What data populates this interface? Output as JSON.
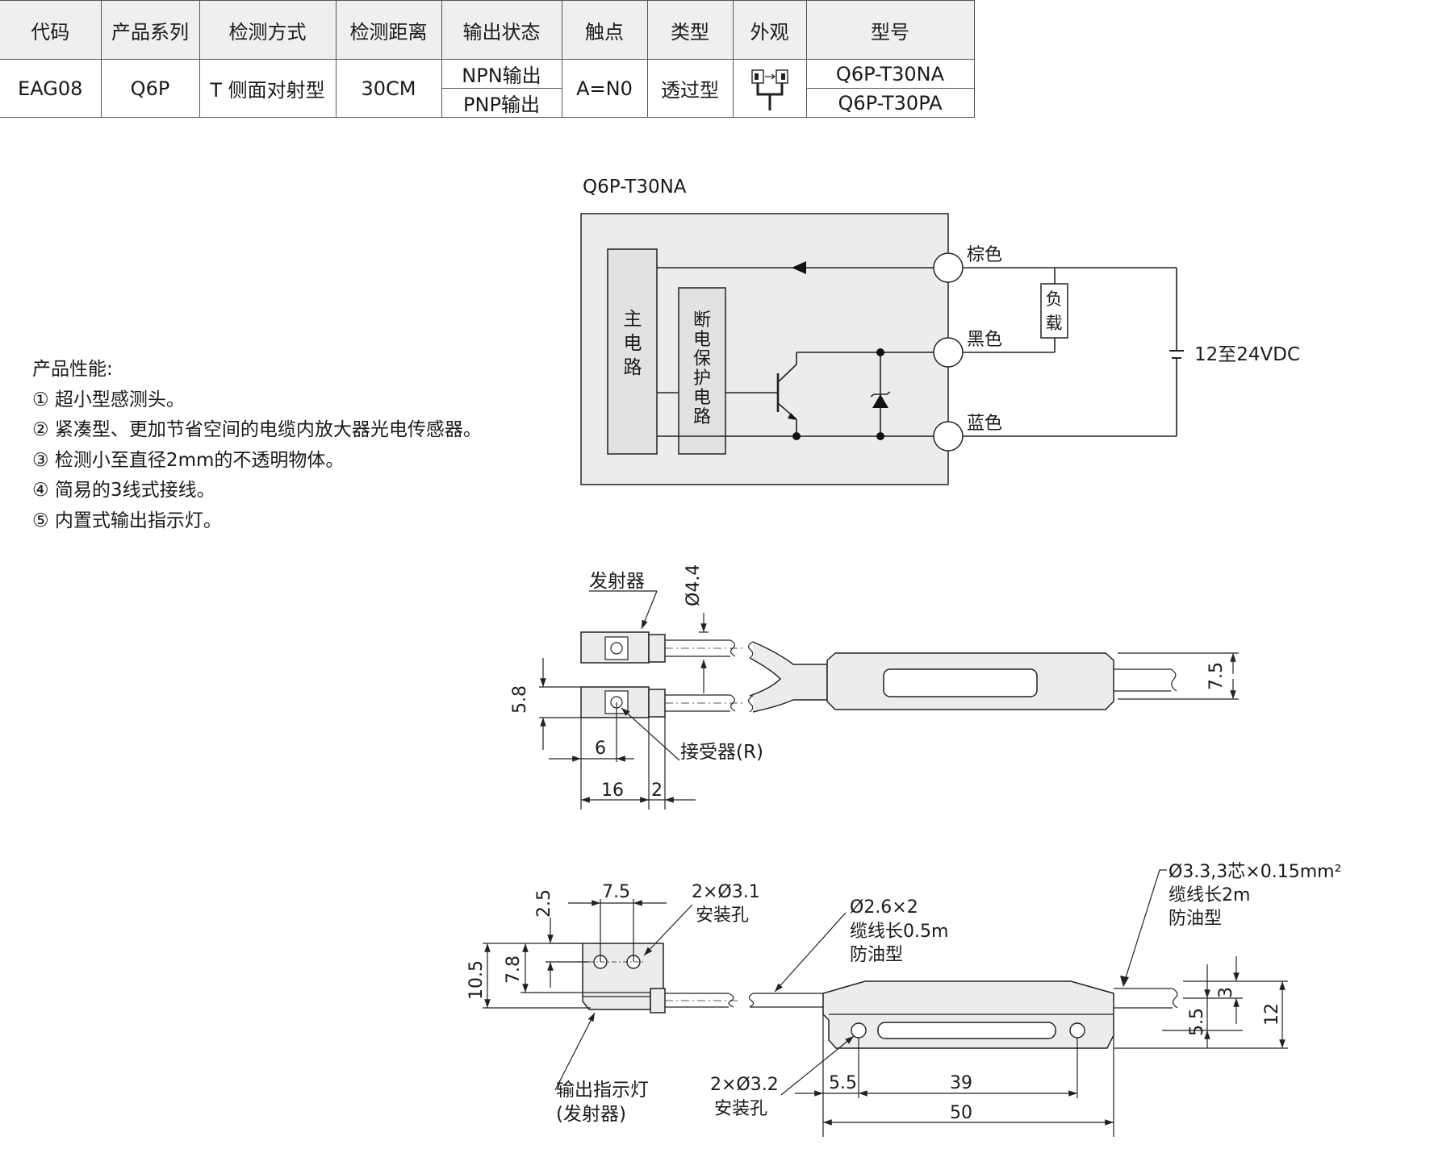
{
  "table": {
    "headers": [
      "代码",
      "产品系列",
      "检测方式",
      "检测距离",
      "输出状态",
      "触点",
      "类型",
      "外观",
      "型号"
    ],
    "row": {
      "code": "EAG08",
      "series": "Q6P",
      "method": "T 侧面对射型",
      "distance": "30CM",
      "output_npn": "NPN输出",
      "output_pnp": "PNP输出",
      "contact": "A=N0",
      "type": "透过型",
      "model_npn": "Q6P-T30NA",
      "model_pnp": "Q6P-T30PA"
    }
  },
  "performance": {
    "title": "产品性能:",
    "items": [
      "① 超小型感测头。",
      "② 紧凑型、更加节省空间的电缆内放大器光电传感器。",
      "③ 检测小至直径2mm的不透明物体。",
      "④ 简易的3线式接线。",
      "⑤ 内置式输出指示灯。"
    ]
  },
  "circuit": {
    "title": "Q6P-T30NA",
    "main_circuit": [
      "主",
      "电",
      "路"
    ],
    "protect_circuit": [
      "断",
      "电",
      "保",
      "护",
      "电",
      "路"
    ],
    "brown": "棕色",
    "black": "黑色",
    "blue": "蓝色",
    "load": [
      "负",
      "载"
    ],
    "supply": "12至24VDC"
  },
  "drawing1": {
    "emitter": "发射器",
    "receiver": "接受器(R)",
    "dia": "Ø4.4",
    "dim_58": "5.8",
    "dim_6": "6",
    "dim_16": "16",
    "dim_2": "2",
    "dim_75": "7.5"
  },
  "drawing2": {
    "dim_75": "7.5",
    "dim_25": "2.5",
    "dim_105": "10.5",
    "dim_78": "7.8",
    "holes1": "2×Ø3.1",
    "holes1_label": "安装孔",
    "cable1": [
      "Ø2.6×2",
      "缆线长0.5m",
      "防油型"
    ],
    "cable2": [
      "Ø3.3,3芯×0.15mm²",
      "缆线长2m",
      "防油型"
    ],
    "indicator": [
      "输出指示灯",
      "(发射器)"
    ],
    "holes2": "2×Ø3.2",
    "holes2_label": "安装孔",
    "dim_55a": "5.5",
    "dim_39": "39",
    "dim_50": "50",
    "dim_3": "3",
    "dim_55b": "5.5",
    "dim_12": "12"
  }
}
